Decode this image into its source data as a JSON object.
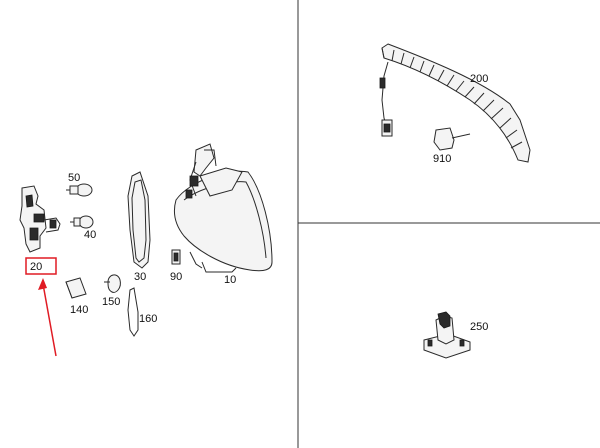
{
  "colors": {
    "highlight": "#e01b24",
    "line": "#2a2a2a",
    "part_fill": "#f4f4f4"
  },
  "callouts": {
    "c10": "10",
    "c20": "20",
    "c30": "30",
    "c40": "40",
    "c50": "50",
    "c90": "90",
    "c140": "140",
    "c150": "150",
    "c160": "160",
    "c200": "200",
    "c250": "250",
    "c910": "910"
  },
  "highlighted_callout": "20"
}
